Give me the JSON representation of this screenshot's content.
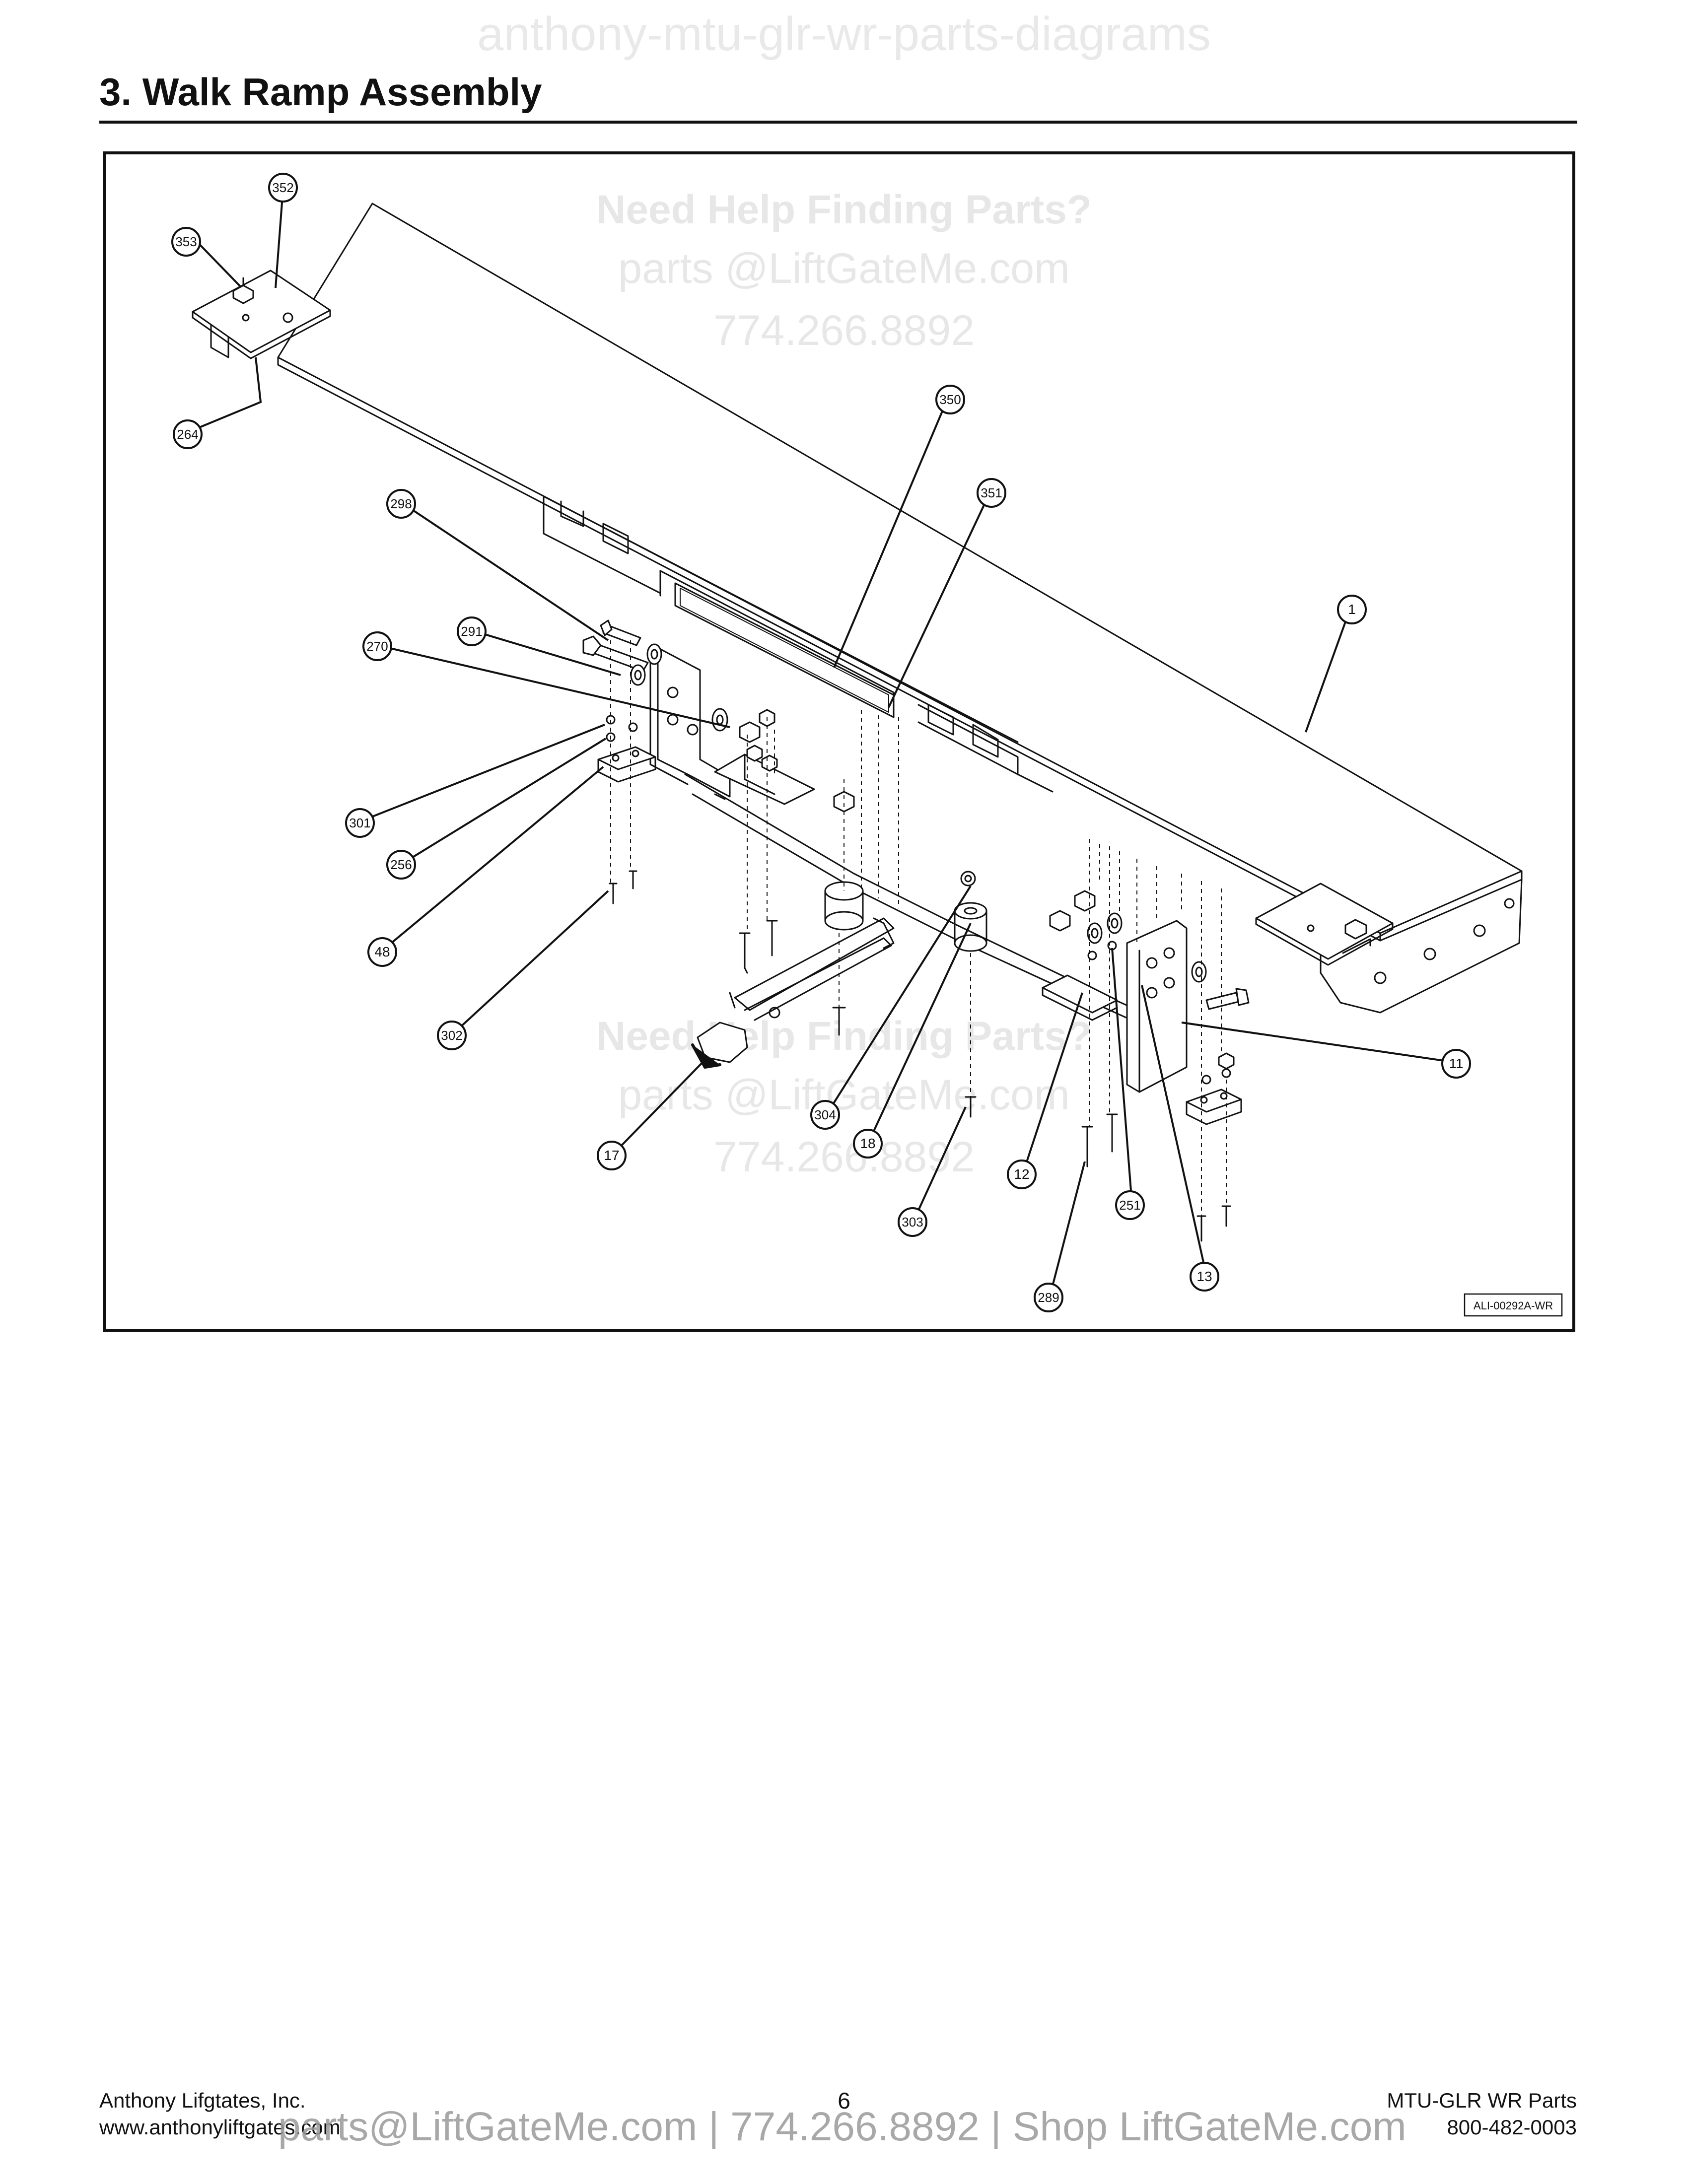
{
  "header": {
    "watermark": "anthony-mtu-glr-wr-parts-diagrams",
    "title": "3.   Walk Ramp Assembly"
  },
  "diagram": {
    "watermark_lines": [
      "Need Help Finding Parts?",
      "parts @LiftGateMe.com",
      "774.266.8892"
    ],
    "drawing_id": "ALI-00292A-WR",
    "callouts": [
      "352",
      "353",
      "264",
      "350",
      "351",
      "298",
      "291",
      "270",
      "1",
      "301",
      "256",
      "48",
      "302",
      "11",
      "304",
      "18",
      "17",
      "303",
      "12",
      "251",
      "13",
      "289"
    ]
  },
  "footer": {
    "company": "Anthony Lifgtates, Inc.",
    "website": "www.anthonyliftgates.com",
    "page_number": "6",
    "doc_name": "MTU-GLR WR Parts",
    "phone": "800-482-0003",
    "watermark": "parts@LiftGateMe.com | 774.266.8892 | Shop LiftGateMe.com"
  }
}
